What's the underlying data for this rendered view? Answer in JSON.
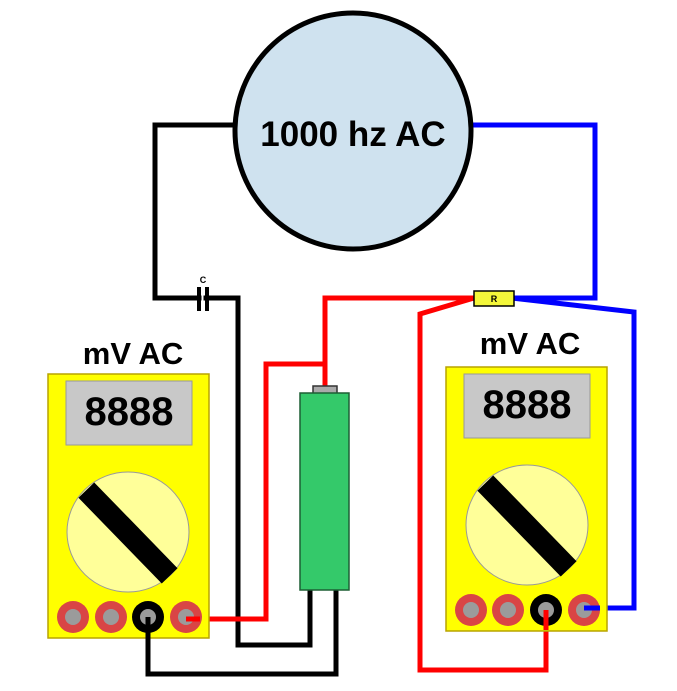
{
  "source": {
    "label": "1000 hz AC",
    "fill": "#cfe2ef"
  },
  "capacitor": {
    "label": "C"
  },
  "resistor": {
    "label": "R",
    "fill": "#f4f73a"
  },
  "cell": {
    "fill": "#34c96a"
  },
  "meters": [
    {
      "title": "mV AC",
      "display": "8888"
    },
    {
      "title": "mV AC",
      "display": "8888"
    }
  ],
  "colors": {
    "wire_black": "#000000",
    "wire_red": "#ff0000",
    "wire_blue": "#0000ff",
    "meter_body": "#ffff00",
    "meter_dial": "#ffff99",
    "jack_red": "#d94545"
  }
}
